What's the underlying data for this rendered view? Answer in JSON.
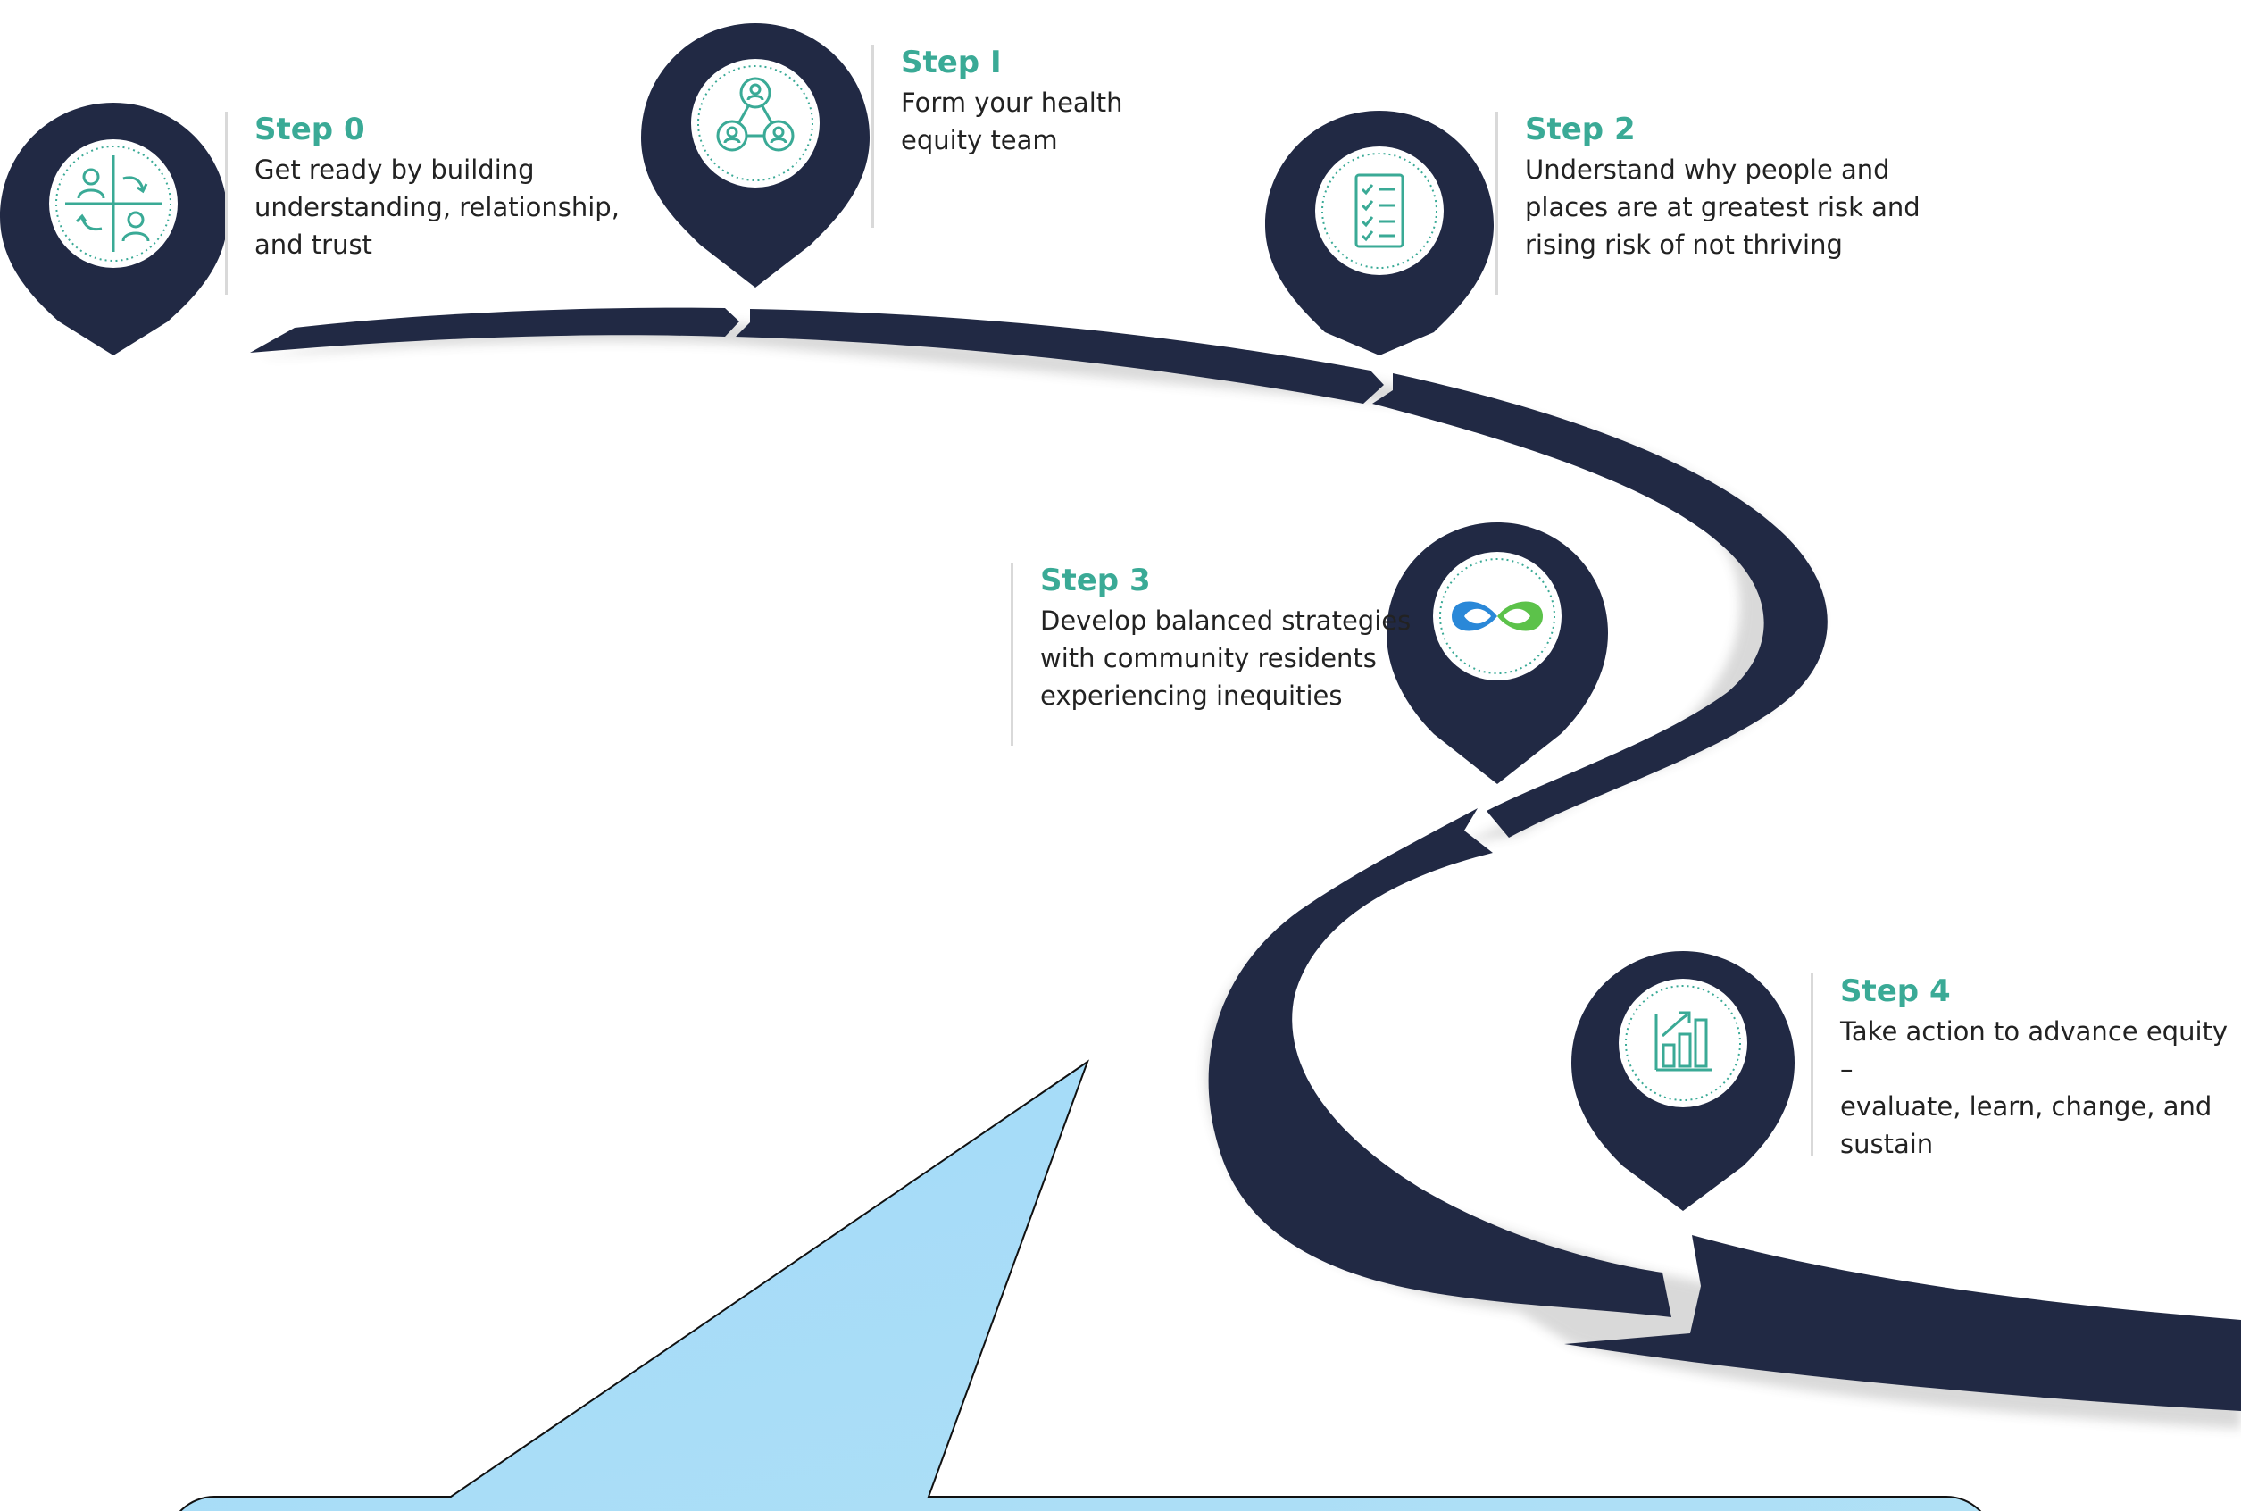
{
  "steps": [
    {
      "title": "Step 0",
      "lines": [
        "Get ready by building",
        "understanding, relationship,",
        "and trust"
      ],
      "icon": "people-cycle-icon"
    },
    {
      "title": "Step I",
      "lines": [
        "Form your health",
        "equity team"
      ],
      "icon": "team-network-icon"
    },
    {
      "title": "Step 2",
      "lines": [
        "Understand why people and",
        "places are at greatest risk and",
        "rising risk of not thriving"
      ],
      "icon": "checklist-icon"
    },
    {
      "title": "Step 3",
      "lines": [
        "Develop balanced strategies",
        "with community residents",
        "experiencing inequities"
      ],
      "icon": "infinity-icon"
    },
    {
      "title": "Step 4",
      "lines": [
        "Take action to advance equity –",
        "evaluate, learn, change, and",
        "sustain"
      ],
      "icon": "bar-chart-growth-icon"
    }
  ],
  "callout": {
    "text": ""
  },
  "colors": {
    "road": "#212944",
    "accent": "#3aaa96",
    "callout_fill": "#a6dcf8",
    "callout_stroke": "#111111",
    "infinity_blue": "#2a88d8",
    "infinity_green": "#5cc24a"
  }
}
